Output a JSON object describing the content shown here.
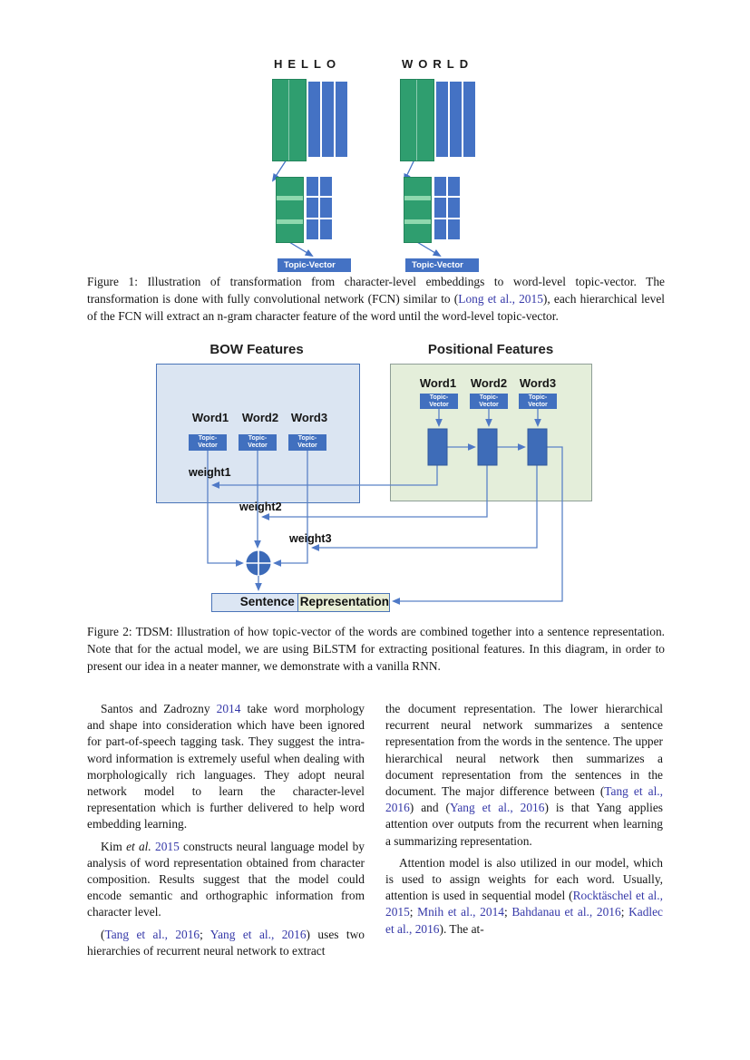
{
  "figure1": {
    "words": [
      {
        "letters": "HELLO",
        "topic_vector_label": "Topic-Vector"
      },
      {
        "letters": "WORLD",
        "topic_vector_label": "Topic-Vector"
      }
    ],
    "colors": {
      "green": "#2f9e6f",
      "light_green_stripe": "#8fd8ae",
      "blue": "#4472c4",
      "arrow": "#4472c4"
    }
  },
  "figure1_caption": {
    "segments": [
      {
        "t": "Figure 1: Illustration of transformation from character-level embeddings to word-level topic-vector. The transformation is done with fully convolutional network (FCN) similar to (",
        "c": ""
      },
      {
        "t": "Long et al., 2015",
        "c": "cite"
      },
      {
        "t": "), each hierarchical level of the FCN will extract an n-gram character feature of the word until the word-level topic-vector.",
        "c": ""
      }
    ]
  },
  "figure2": {
    "bow": {
      "title": "BOW Features",
      "words": [
        "Word1",
        "Word2",
        "Word3"
      ],
      "topic_vector_label": "Topic-Vector"
    },
    "positional": {
      "title": "Positional Features",
      "words": [
        "Word1",
        "Word2",
        "Word3"
      ],
      "topic_vector_label": "Topic-Vector"
    },
    "weights": [
      "weight1",
      "weight2",
      "weight3"
    ],
    "output": {
      "left_label": "Sentence",
      "right_label": "Representation"
    },
    "colors": {
      "bow_fill": "#dbe5f2",
      "bow_border": "#4a74b8",
      "positional_fill": "#e4eeda",
      "positional_border": "#8e9e96",
      "node_blue": "#4170bf",
      "line_blue": "#5b82c7",
      "sentence_left_fill": "#dce6f3",
      "sentence_right_fill": "#e9eed7"
    }
  },
  "figure2_caption": {
    "segments": [
      {
        "t": "Figure 2: TDSM: Illustration of how topic-vector of the words are combined together into a sentence representation. Note that for the actual model, we are using BiLSTM for extracting positional features. In this diagram, in order to present our idea in a neater manner, we demonstrate with a vanilla RNN.",
        "c": ""
      }
    ]
  },
  "body": {
    "left_column": {
      "paragraphs": [
        {
          "indent": true,
          "segments": [
            {
              "t": "Santos and Zadrozny ",
              "c": ""
            },
            {
              "t": "2014",
              "c": "cite"
            },
            {
              "t": " take word morphology and shape into consideration which have been ignored for part-of-speech tagging task. They suggest the intra-word information is extremely useful when dealing with morphologically rich languages. They adopt neural network model to learn the character-level representation which is further delivered to help word embedding learning.",
              "c": ""
            }
          ]
        },
        {
          "indent": true,
          "segments": [
            {
              "t": "Kim ",
              "c": ""
            },
            {
              "t": "et al.",
              "c": "it"
            },
            {
              "t": " ",
              "c": ""
            },
            {
              "t": "2015",
              "c": "cite"
            },
            {
              "t": " constructs neural language model by analysis of word representation obtained from character composition. Results suggest that the model could encode semantic and orthographic information from character level.",
              "c": ""
            }
          ]
        },
        {
          "indent": true,
          "segments": [
            {
              "t": "(",
              "c": ""
            },
            {
              "t": "Tang et al., 2016",
              "c": "cite"
            },
            {
              "t": "; ",
              "c": ""
            },
            {
              "t": "Yang et al., 2016",
              "c": "cite"
            },
            {
              "t": ") uses two hierarchies of recurrent neural network to extract",
              "c": ""
            }
          ]
        }
      ]
    },
    "right_column": {
      "paragraphs": [
        {
          "indent": false,
          "segments": [
            {
              "t": "the document representation. The lower hierarchical recurrent neural network summarizes a sentence representation from the words in the sentence. The upper hierarchical neural network then summarizes a document representation from the sentences in the document. The major difference between (",
              "c": ""
            },
            {
              "t": "Tang et al., 2016",
              "c": "cite"
            },
            {
              "t": ") and (",
              "c": ""
            },
            {
              "t": "Yang et al., 2016",
              "c": "cite"
            },
            {
              "t": ") is that Yang applies attention over outputs from the recurrent when learning a summarizing representation.",
              "c": ""
            }
          ]
        },
        {
          "indent": true,
          "segments": [
            {
              "t": "Attention model is also utilized in our model, which is used to assign weights for each word.  Usually, attention is used in sequential model (",
              "c": ""
            },
            {
              "t": "Rocktäschel et al., 2015",
              "c": "cite"
            },
            {
              "t": "; ",
              "c": ""
            },
            {
              "t": "Mnih et al., 2014",
              "c": "cite"
            },
            {
              "t": "; ",
              "c": ""
            },
            {
              "t": "Bahdanau et al., 2016",
              "c": "cite"
            },
            {
              "t": "; ",
              "c": ""
            },
            {
              "t": "Kadlec et al., 2016",
              "c": "cite"
            },
            {
              "t": "). The at-",
              "c": ""
            }
          ]
        }
      ]
    }
  }
}
